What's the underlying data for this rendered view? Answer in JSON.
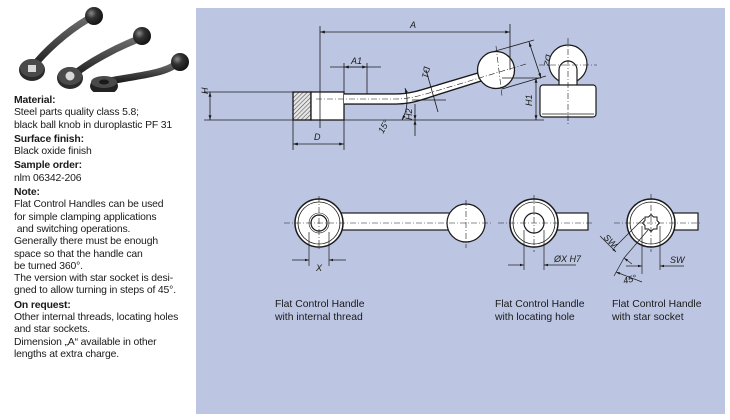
{
  "photo": {
    "alt": "Three black flat control handles with ball knobs"
  },
  "specs": [
    {
      "heading": "Material:",
      "lines": [
        "Steel parts quality class 5.8;",
        "black ball knob in duroplastic PF 31"
      ]
    },
    {
      "heading": "Surface finish:",
      "lines": [
        "Black oxide finish"
      ]
    },
    {
      "heading": "Sample order:",
      "lines": [
        "nlm 06342-206"
      ]
    },
    {
      "heading": "Note:",
      "lines": [
        "Flat Control Handles can be used",
        "for simple clamping applications",
        " and switching operations.",
        "Generally there must be enough",
        "space so that the handle can",
        "be turned 360°.",
        "The version with star socket is desi-",
        "gned to allow turning in steps of 45°."
      ]
    },
    {
      "heading": "On request:",
      "lines": [
        "Other internal threads, locating holes",
        "and star sockets.",
        "Dimension „A“ available in other",
        "lengths at extra charge."
      ]
    }
  ],
  "drawing": {
    "side_view_dims": {
      "A": "A",
      "A1": "A1",
      "D1": "D1",
      "D2": "D2",
      "H": "H",
      "H1": "H1",
      "H2": "H2",
      "D": "D",
      "angle": "15°"
    },
    "thread_view_dims": {
      "X": "X"
    },
    "hole_view_dims": {
      "hole": "ØX H7"
    },
    "star_view_dims": {
      "SW_diag": "SW",
      "SW_horiz": "SW",
      "angle": "45°"
    }
  },
  "captions": [
    {
      "line1": "Flat Control Handle",
      "line2": "with internal thread"
    },
    {
      "line1": "Flat Control Handle",
      "line2": "with locating hole"
    },
    {
      "line1": "Flat Control Handle",
      "line2": "with star socket"
    }
  ],
  "colors": {
    "panel": "#bcc6e2",
    "ink": "#1a1a1a",
    "handle": "#2b2b2b"
  }
}
